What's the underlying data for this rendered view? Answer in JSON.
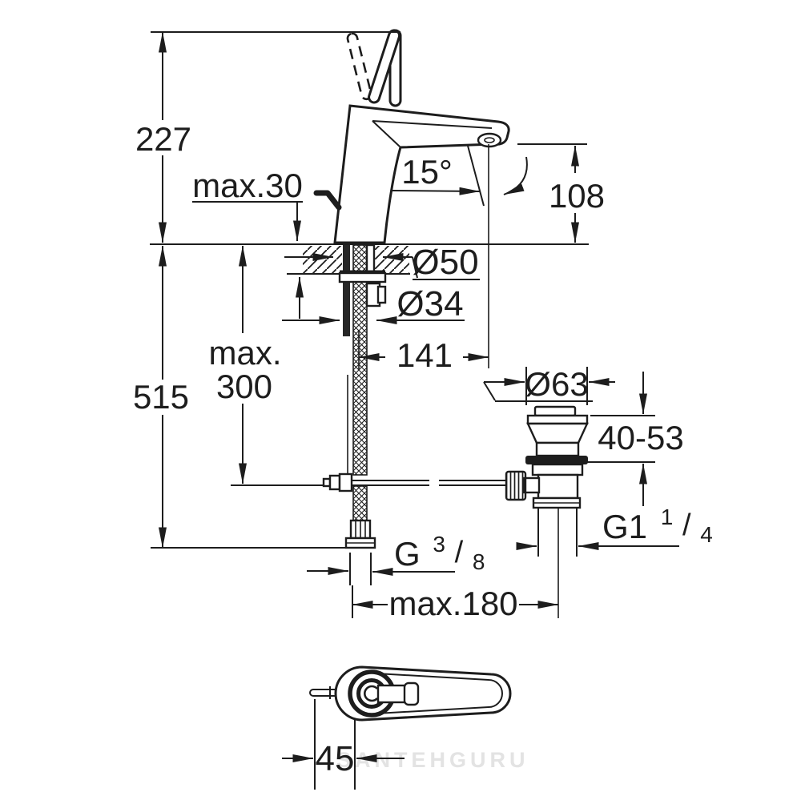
{
  "drawing": {
    "watermark": "SANTEHGURU",
    "labels": {
      "total_height": "227",
      "deck_thickness": "max.30",
      "spout_angle": "15°",
      "spout_height": "108",
      "base_diameter": "Ø50",
      "shank_diameter": "Ø34",
      "spout_reach": "141",
      "hose_length_line1": "max.",
      "hose_length_line2": "300",
      "total_below": "515",
      "waste_cap_diameter": "Ø63",
      "waste_height_range": "40-53",
      "waste_thread_main": "G1",
      "waste_thread_sup": "1",
      "waste_thread_slash": "/",
      "waste_thread_sub": "4",
      "supply_thread_main": "G",
      "supply_thread_sup": "3",
      "supply_thread_slash": "/",
      "supply_thread_sub": "8",
      "install_depth": "max.180",
      "handle_length": "45"
    }
  }
}
